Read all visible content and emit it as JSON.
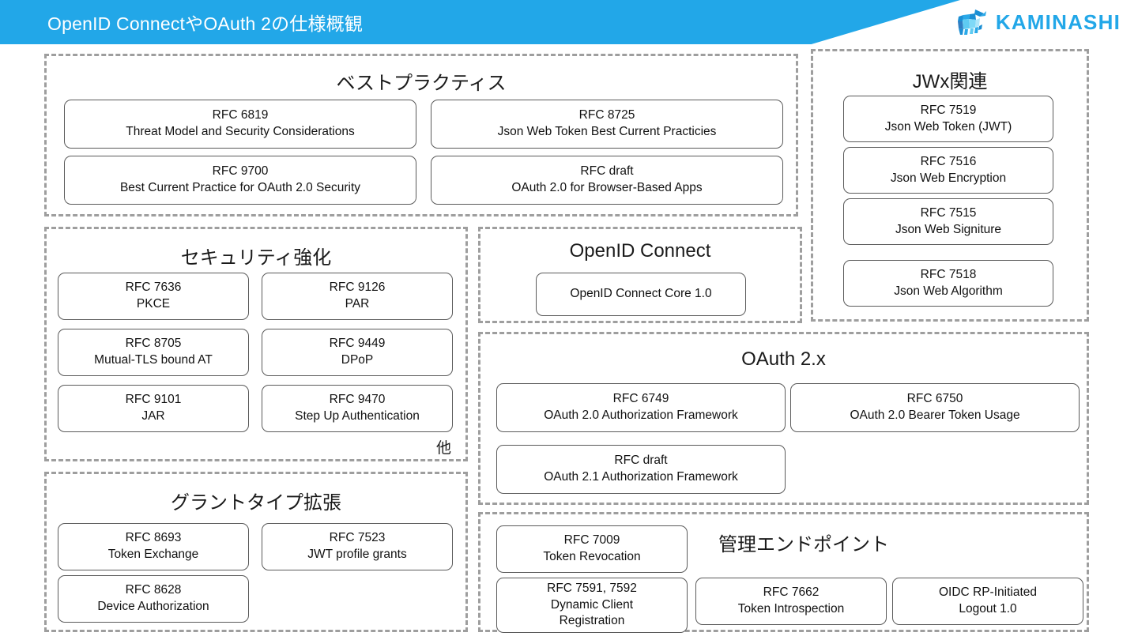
{
  "header": {
    "title": "OpenID ConnectやOAuth 2の仕様概観",
    "brand": "KAMINASHI",
    "brand_color": "#22a7e8",
    "band_color": "#22a7e8"
  },
  "sections": {
    "best_practices": {
      "title": "ベストプラクティス",
      "boxes": [
        {
          "line1": "RFC 6819",
          "line2": "Threat Model and Security Considerations"
        },
        {
          "line1": "RFC 8725",
          "line2": "Json Web Token Best Current Practicies"
        },
        {
          "line1": "RFC 9700",
          "line2": "Best Current Practice for OAuth 2.0 Security"
        },
        {
          "line1": "RFC draft",
          "line2": "OAuth 2.0 for Browser-Based Apps"
        }
      ]
    },
    "jwx": {
      "title": "JWx関連",
      "boxes": [
        {
          "line1": "RFC 7519",
          "line2": "Json Web Token (JWT)"
        },
        {
          "line1": "RFC 7516",
          "line2": "Json Web Encryption"
        },
        {
          "line1": "RFC 7515",
          "line2": "Json Web Signiture"
        },
        {
          "line1": "RFC 7518",
          "line2": "Json Web Algorithm"
        }
      ]
    },
    "security": {
      "title": "セキュリティ強化",
      "note": "他",
      "boxes": [
        {
          "line1": "RFC 7636",
          "line2": "PKCE"
        },
        {
          "line1": "RFC 9126",
          "line2": "PAR"
        },
        {
          "line1": "RFC 8705",
          "line2": "Mutual-TLS bound AT"
        },
        {
          "line1": "RFC 9449",
          "line2": "DPoP"
        },
        {
          "line1": "RFC 9101",
          "line2": "JAR"
        },
        {
          "line1": "RFC 9470",
          "line2": "Step Up Authentication"
        }
      ]
    },
    "openid_connect": {
      "title": "OpenID Connect",
      "boxes": [
        {
          "line1": "OpenID Connect Core 1.0"
        }
      ]
    },
    "oauth2x": {
      "title": "OAuth 2.x",
      "boxes": [
        {
          "line1": "RFC 6749",
          "line2": "OAuth 2.0 Authorization Framework"
        },
        {
          "line1": "RFC 6750",
          "line2": "OAuth 2.0 Bearer Token Usage"
        },
        {
          "line1": "RFC draft",
          "line2": "OAuth 2.1 Authorization Framework"
        }
      ]
    },
    "grant_types": {
      "title": "グラントタイプ拡張",
      "boxes": [
        {
          "line1": "RFC 8693",
          "line2": "Token Exchange"
        },
        {
          "line1": "RFC 7523",
          "line2": "JWT profile grants"
        },
        {
          "line1": "RFC 8628",
          "line2": "Device Authorization"
        }
      ]
    },
    "admin_endpoints": {
      "title": "管理エンドポイント",
      "boxes": [
        {
          "line1": "RFC 7009",
          "line2": "Token Revocation"
        },
        {
          "line1": "RFC 7591, 7592",
          "line2": "Dynamic Client",
          "line3": "Registration"
        },
        {
          "line1": "RFC 7662",
          "line2": "Token Introspection"
        },
        {
          "line1": "OIDC RP-Initiated",
          "line2": "Logout 1.0"
        }
      ]
    }
  }
}
